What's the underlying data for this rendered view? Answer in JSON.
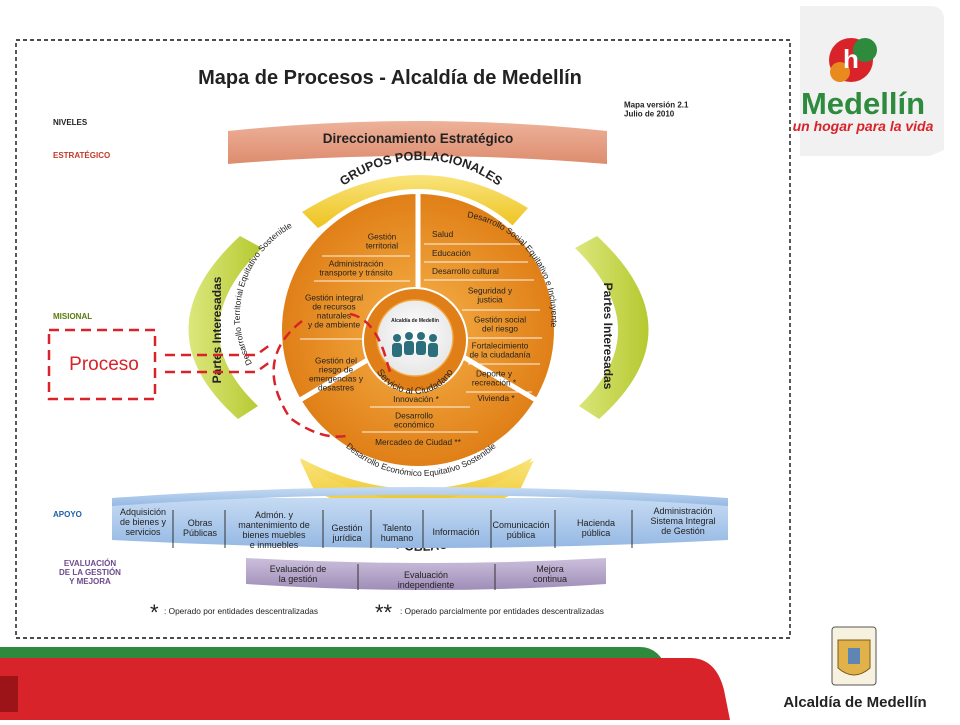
{
  "title": "Mapa de Procesos - Alcaldía de Medellín",
  "version": "Mapa versión 2.1",
  "date": "Julio de 2010",
  "levels": {
    "header": "NIVELES",
    "strategic": "ESTRATÉGICO",
    "missional": "MISIONAL",
    "support": "APOYO",
    "evaluation": [
      "EVALUACIÓN",
      "DE LA GESTIÓN",
      "Y MEJORA"
    ]
  },
  "strategic_process": "Direccionamiento Estratégico",
  "groups_label": "GRUPOS POBLACIONALES",
  "interested_parties": "Partes Interesadas",
  "arcs": {
    "territorial": "Desarrollo Territorial Equitativo Sostenible",
    "social": "Desarrollo Social Equitativo e Incluyente",
    "economic": "Desarrollo Económico Equitativo Sostenible"
  },
  "center": {
    "ring_label": "Servicio al Ciudadano",
    "logo_label": "Alcaldía de Medellín"
  },
  "territorial_processes": [
    [
      "Gestión",
      "territorial"
    ],
    [
      "Administración",
      "transporte y tránsito"
    ],
    [
      "Gestión integral",
      "de recursos",
      "naturales",
      "y de ambiente"
    ],
    [
      "Gestión del",
      "riesgo de",
      "emergencias y",
      "desastres"
    ]
  ],
  "social_processes": [
    [
      "Salud"
    ],
    [
      "Educación"
    ],
    [
      "Desarrollo cultural"
    ],
    [
      "Seguridad y",
      "justicia"
    ],
    [
      "Gestión social",
      "del riesgo"
    ],
    [
      "Fortalecimiento",
      "de la ciudadanía"
    ],
    [
      "Deporte y",
      "recreación *"
    ],
    [
      "Vivienda *"
    ]
  ],
  "economic_processes": [
    [
      "Innovación *"
    ],
    [
      "Desarrollo",
      "económico"
    ],
    [
      "Mercadeo de Ciudad **"
    ]
  ],
  "support_processes": [
    [
      "Adquisición",
      "de bienes y",
      "servicios"
    ],
    [
      "Obras",
      "Públicas"
    ],
    [
      "Admón. y",
      "mantenimiento de",
      "bienes muebles",
      "e inmuebles"
    ],
    [
      "Gestión",
      "jurídica"
    ],
    [
      "Talento",
      "humano"
    ],
    [
      "Información"
    ],
    [
      "Comunicación",
      "pública"
    ],
    [
      "Hacienda",
      "pública"
    ],
    [
      "Administración",
      "Sistema Integral",
      "de Gestión"
    ]
  ],
  "evaluation_processes": [
    [
      "Evaluación de",
      "la gestión"
    ],
    [
      "Evaluación",
      "independiente"
    ],
    [
      "Mejora",
      "continua"
    ]
  ],
  "footnotes": [
    {
      "mark": "*",
      "text": ": Operado por entidades descentralizadas"
    },
    {
      "mark": "**",
      "text": ": Operado parcialmente por entidades descentralizadas"
    }
  ],
  "callout": "Proceso",
  "brand": {
    "name": "Medellín",
    "tagline": "un hogar para la vida",
    "footer": "Alcaldía de Medellín"
  },
  "colors": {
    "orange": "#E88A1E",
    "yellow": "#F5D33A",
    "green": "#C5D640",
    "salmon": "#E39A7E",
    "blue": "#A9C8EC",
    "purple": "#B2A2C6",
    "red": "#D8232A",
    "dark_green": "#2E7D32"
  }
}
